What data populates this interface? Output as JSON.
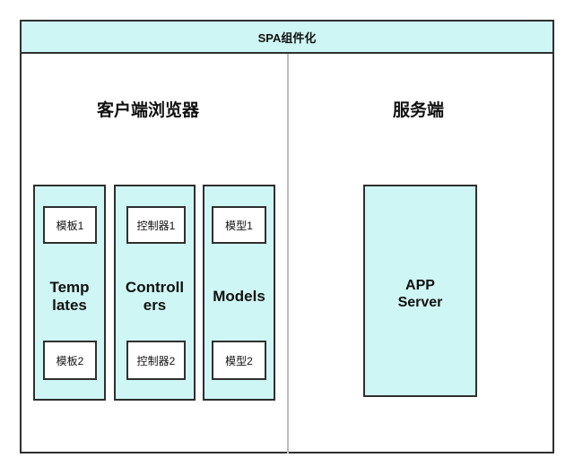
{
  "header": {
    "title": "SPA组件化"
  },
  "client": {
    "title": "客户端浏览器",
    "columns": [
      {
        "label_lines": [
          "Temp",
          "lates"
        ],
        "items": [
          "模板1",
          "模板2"
        ]
      },
      {
        "label_lines": [
          "Controll",
          "ers"
        ],
        "items": [
          "控制器1",
          "控制器2"
        ]
      },
      {
        "label_lines": [
          "Models"
        ],
        "items": [
          "模型1",
          "模型2"
        ]
      }
    ]
  },
  "server": {
    "title": "服务端",
    "box_lines": [
      "APP",
      "Server"
    ]
  },
  "colors": {
    "fill": "#cef6f4",
    "border": "#2f2f2f",
    "divider": "#bdbdbd"
  }
}
